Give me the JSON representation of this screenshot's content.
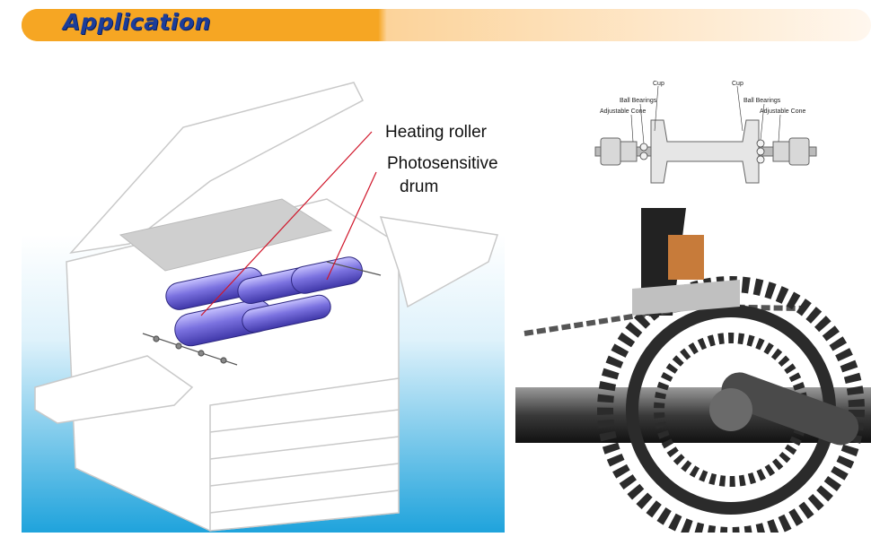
{
  "header": {
    "title": "Application"
  },
  "copier": {
    "callouts": {
      "heating_roller": "Heating roller",
      "photosensitive_line1": "Photosensitive",
      "photosensitive_line2": "drum"
    },
    "colors": {
      "background_gradient_top": "#ffffff",
      "background_gradient_bottom": "#2aa6dc",
      "roller": "#7b72e0",
      "leader_line": "#d0162a"
    }
  },
  "bicycle_hub": {
    "labels": {
      "cup_left": "Cup",
      "cup_right": "Cup",
      "ball_bearings_left": "Ball Bearings",
      "ball_bearings_right": "Ball Bearings",
      "adjustable_cone_left": "Adjustable Cone",
      "adjustable_cone_right": "Adjustable Cone"
    }
  },
  "crankset": {
    "description_icon": "bicycle-crankset-icon"
  },
  "colors": {
    "banner_orange": "#f6a623",
    "banner_fade": "#fde7c8",
    "banner_text": "#1b3d9a"
  }
}
